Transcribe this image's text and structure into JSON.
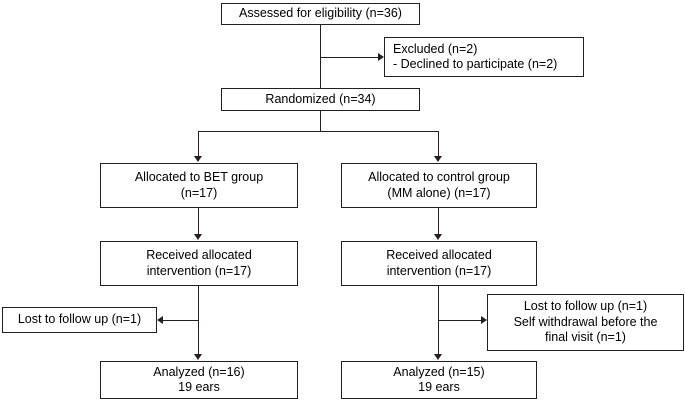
{
  "diagram": {
    "type": "consort-flow-diagram",
    "colors": {
      "line": "#231f20",
      "box_background": "#ffffff",
      "text": "#000000",
      "page_background": "#ffffff"
    },
    "nodes": {
      "assessed": {
        "lines": [
          "Assessed for eligibility (n=36)"
        ]
      },
      "excluded": {
        "lines": [
          "Excluded (n=2)",
          " - Declined to participate (n=2)"
        ]
      },
      "randomized": {
        "lines": [
          "Randomized (n=34)"
        ]
      },
      "allocated_bet": {
        "lines": [
          "Allocated to BET group",
          "(n=17)"
        ]
      },
      "allocated_control": {
        "lines": [
          "Allocated to control group",
          "(MM alone) (n=17)"
        ]
      },
      "received_bet": {
        "lines": [
          "Received allocated",
          "intervention (n=17)"
        ]
      },
      "received_control": {
        "lines": [
          "Received allocated",
          "intervention (n=17)"
        ]
      },
      "lost_bet": {
        "lines": [
          "Lost to follow up (n=1)"
        ]
      },
      "lost_control": {
        "lines": [
          "Lost to follow up (n=1)",
          "Self withdrawal before the",
          "final visit (n=1)"
        ]
      },
      "analyzed_bet": {
        "lines": [
          "Analyzed (n=16)",
          "19 ears"
        ]
      },
      "analyzed_control": {
        "lines": [
          "Analyzed (n=15)",
          "19 ears"
        ]
      }
    }
  }
}
